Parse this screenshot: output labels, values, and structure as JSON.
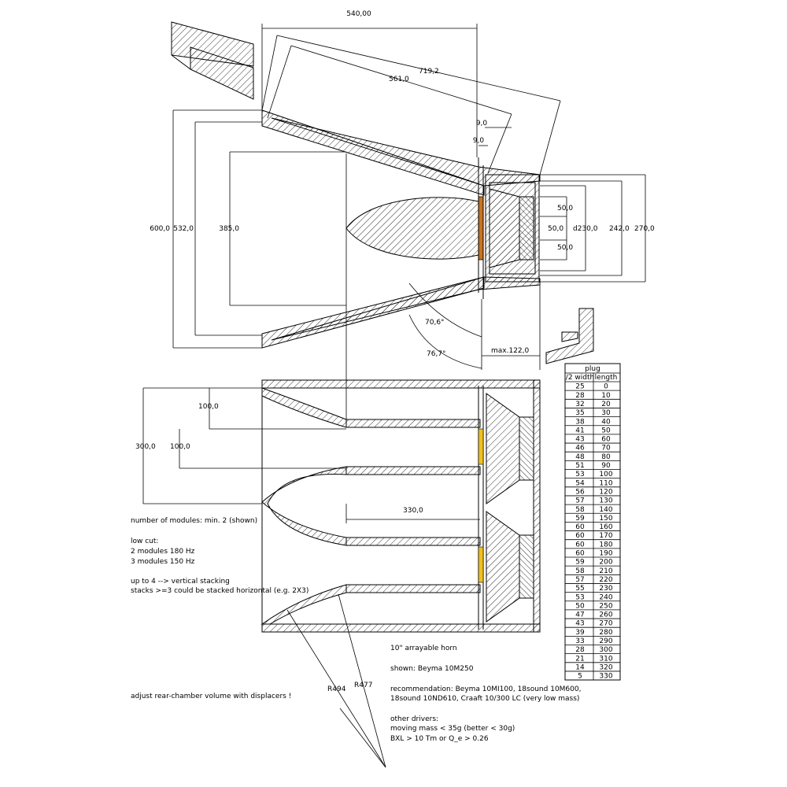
{
  "dimensions": {
    "d540": "540,00",
    "d719": "719,2",
    "d561": "561,0",
    "d9a": "9,0",
    "d9b": "9,0",
    "d600": "600,0",
    "d532": "532,0",
    "d385": "385,0",
    "d50a": "50,0",
    "d50b": "50,0",
    "d50c": "50,0",
    "d230": "d230,0",
    "d242": "242,0",
    "d270": "270,0",
    "a706": "70,6°",
    "a767": "76,7°",
    "max122": "max.122,0",
    "d100a": "100,0",
    "d100b": "100,0",
    "d300": "300,0",
    "d330": "330,0",
    "r494": "R494",
    "r477": "R477"
  },
  "notes": {
    "modules": "number of modules:  min. 2 (shown)",
    "lowcut": "low cut:",
    "lowcut2": "2 modules 180  Hz",
    "lowcut3": "3 modules 150  Hz",
    "stack1": "up to 4 --> vertical stacking",
    "stack2": "stacks >=3 could be stacked horizontal (e.g. 2X3)",
    "displacers": "adjust rear-chamber volume with displacers !",
    "horn": "10\" arrayable horn",
    "shown": "shown: Beyma 10M250",
    "rec1": "recommendation: Beyma 10MI100, 18sound 10M600,",
    "rec2": "18sound 10ND610, Craaft 10/300 LC (very low mass)",
    "other": "other drivers:",
    "mass": "moving mass  < 35g (better < 30g)",
    "bxl": "BXL > 10 Tm or Q_e > 0.26"
  },
  "colors": {
    "phase_plug_top": "#c8741e",
    "phase_plug_front": "#f0c020"
  },
  "plug_table": {
    "title": "plug",
    "headers": [
      "/2 width",
      "length"
    ],
    "rows": [
      [
        "25",
        "0"
      ],
      [
        "28",
        "10"
      ],
      [
        "32",
        "20"
      ],
      [
        "35",
        "30"
      ],
      [
        "38",
        "40"
      ],
      [
        "41",
        "50"
      ],
      [
        "43",
        "60"
      ],
      [
        "46",
        "70"
      ],
      [
        "48",
        "80"
      ],
      [
        "51",
        "90"
      ],
      [
        "53",
        "100"
      ],
      [
        "54",
        "110"
      ],
      [
        "56",
        "120"
      ],
      [
        "57",
        "130"
      ],
      [
        "58",
        "140"
      ],
      [
        "59",
        "150"
      ],
      [
        "60",
        "160"
      ],
      [
        "60",
        "170"
      ],
      [
        "60",
        "180"
      ],
      [
        "60",
        "190"
      ],
      [
        "59",
        "200"
      ],
      [
        "58",
        "210"
      ],
      [
        "57",
        "220"
      ],
      [
        "55",
        "230"
      ],
      [
        "53",
        "240"
      ],
      [
        "50",
        "250"
      ],
      [
        "47",
        "260"
      ],
      [
        "43",
        "270"
      ],
      [
        "39",
        "280"
      ],
      [
        "33",
        "290"
      ],
      [
        "28",
        "300"
      ],
      [
        "21",
        "310"
      ],
      [
        "14",
        "320"
      ],
      [
        "5",
        "330"
      ]
    ]
  }
}
